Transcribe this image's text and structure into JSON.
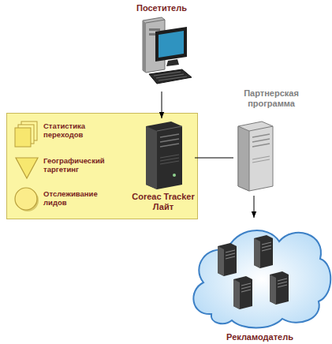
{
  "diagram": {
    "nodes": [
      {
        "text": [
          "Посетитель"
        ]
      },
      {
        "text": []
      },
      {
        "text": [
          "Статистика переходов"
        ],
        "in": 1
      },
      {
        "text": [
          "Географический таргетинг"
        ],
        "in": 1
      },
      {
        "text": [
          "Отслеживание лидов"
        ],
        "in": 1
      },
      {
        "text": [
          "Coreac Tracker Лайт"
        ],
        "in": 1
      },
      {
        "text": [
          "Партнерская программа"
        ]
      },
      {
        "text": [
          "Рекламодатель"
        ]
      }
    ],
    "edges": [
      {
        "from": 0,
        "to": 5,
        "arrow": "to"
      },
      {
        "from": 5,
        "to": 6,
        "arrow": "none"
      },
      {
        "from": 6,
        "to": 7,
        "arrow": "to"
      }
    ]
  }
}
